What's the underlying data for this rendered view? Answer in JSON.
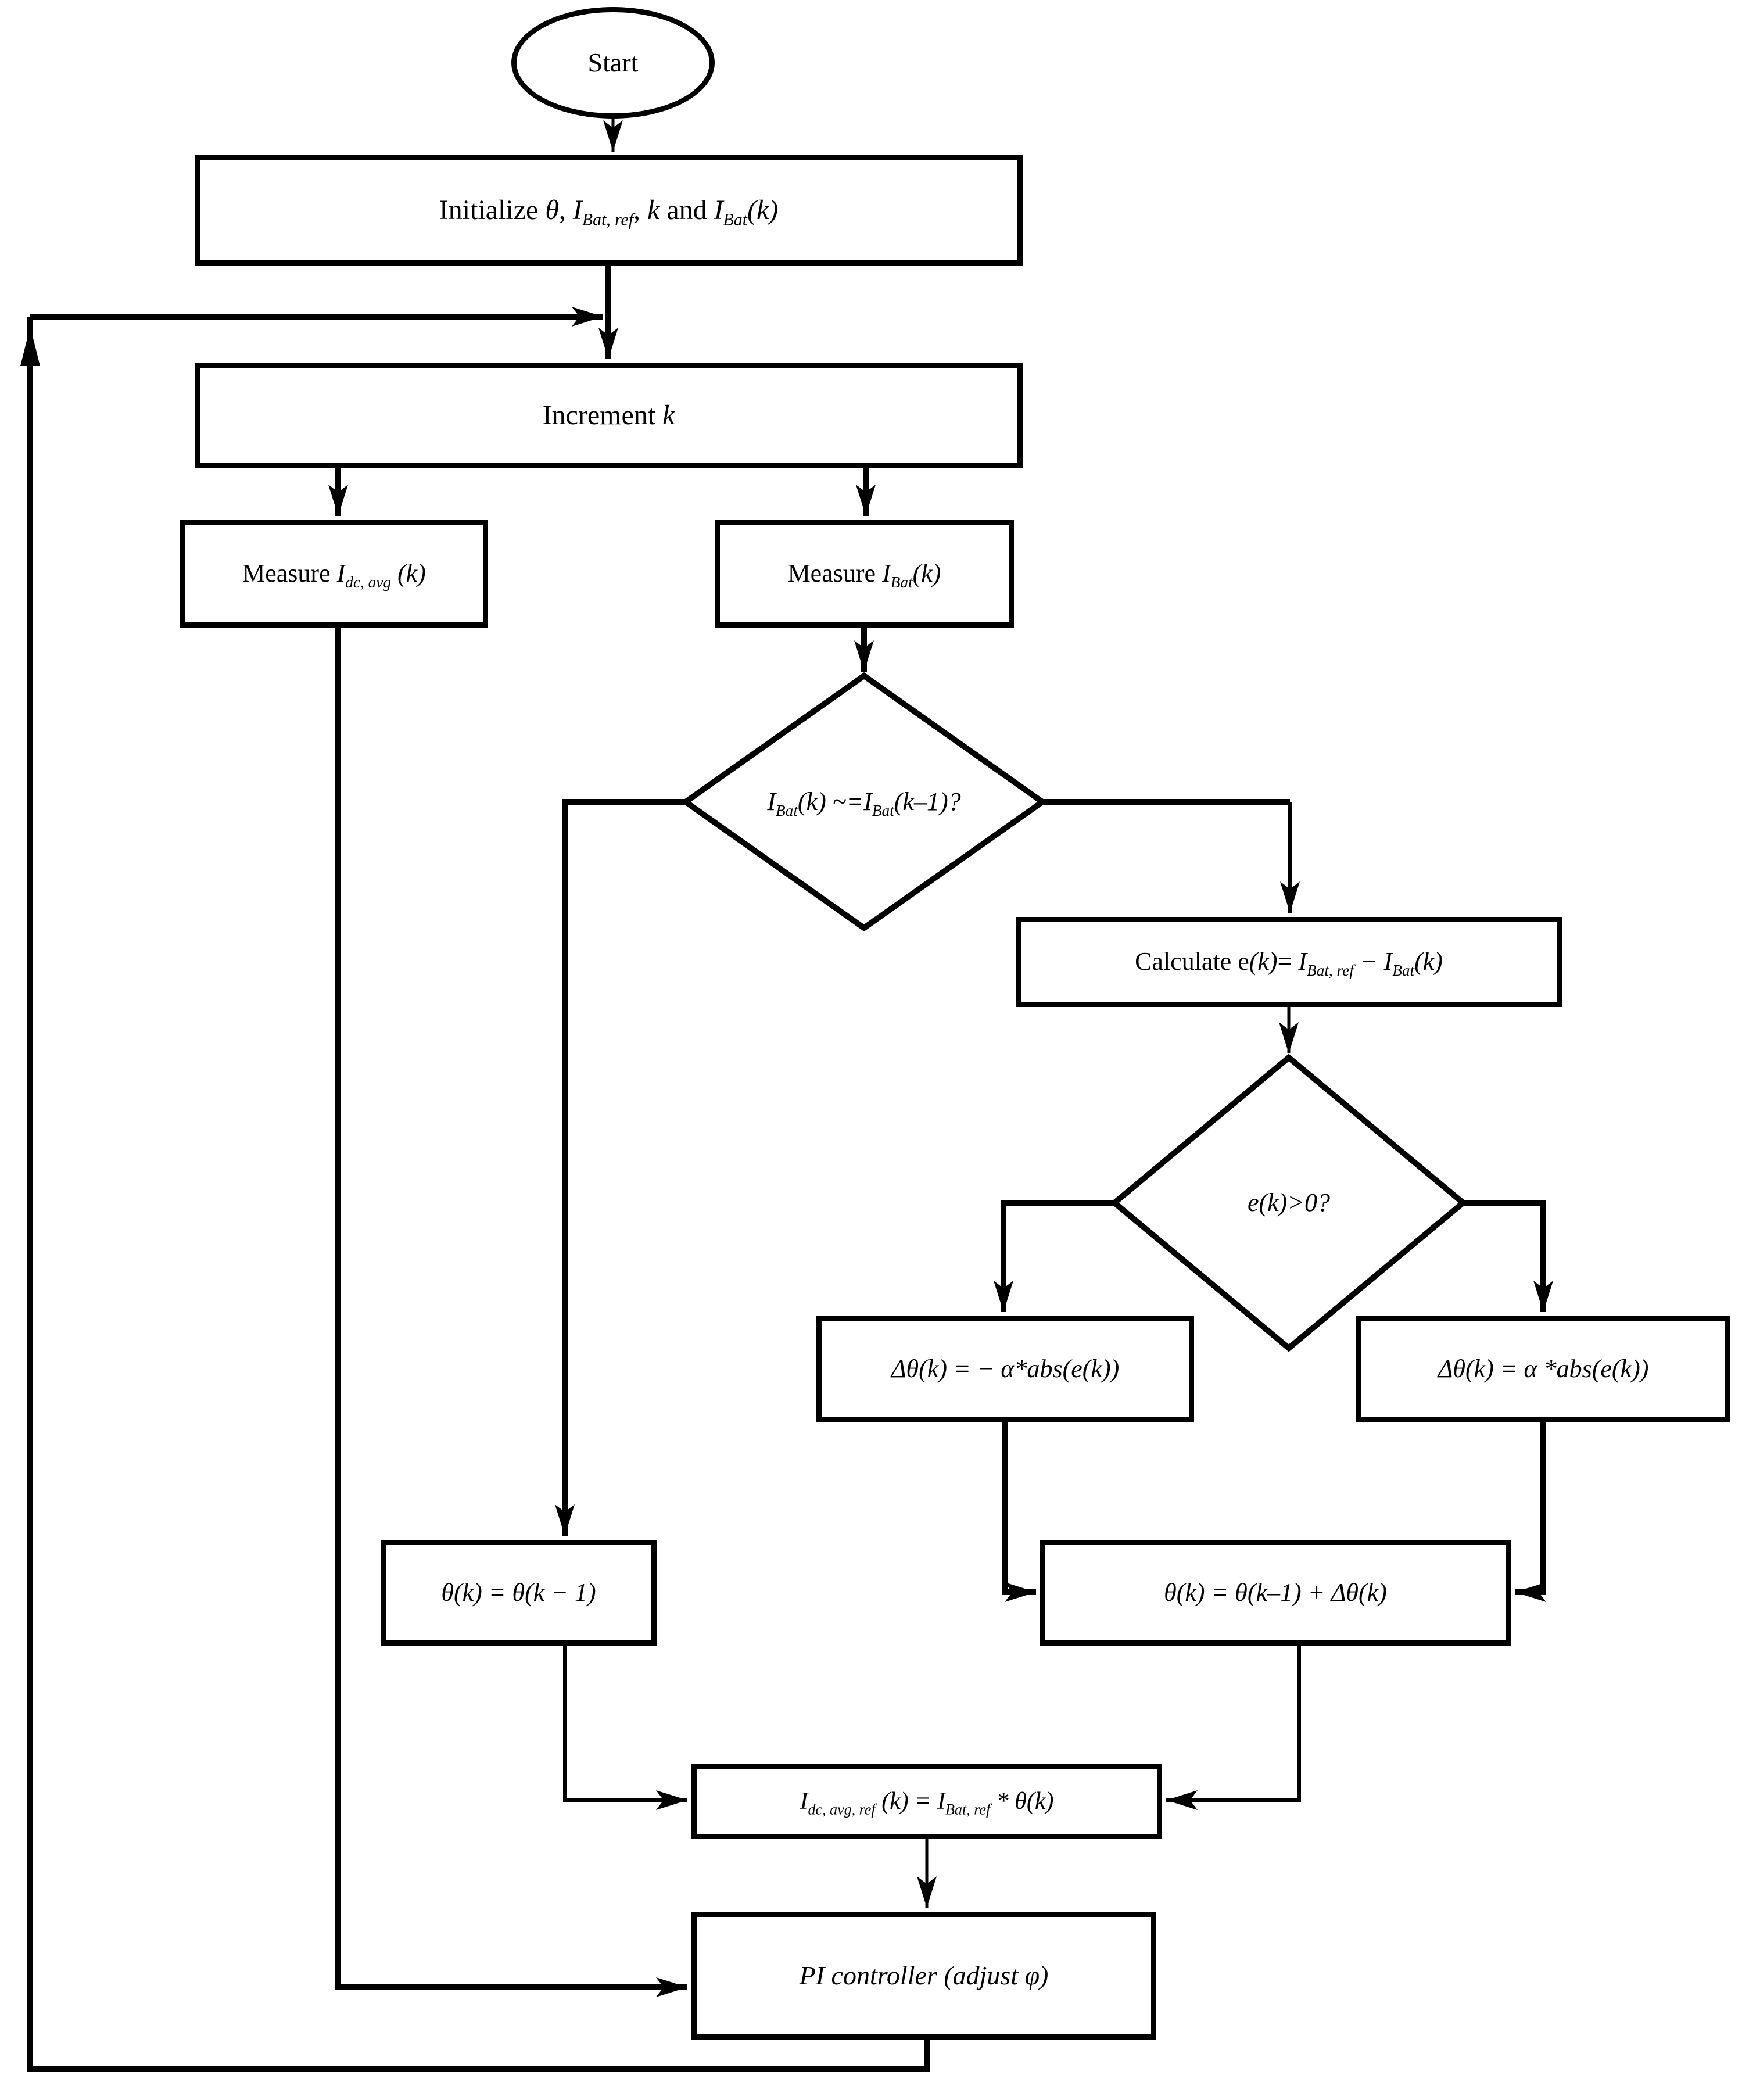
{
  "colors": {
    "ink": "#000000",
    "background": "#ffffff"
  },
  "nodes": {
    "start": {
      "type": "terminator",
      "segments": [
        {
          "t": "Start"
        }
      ]
    },
    "initialize": {
      "type": "process",
      "segments": [
        {
          "t": "Initialize "
        },
        {
          "t": "θ",
          "i": true
        },
        {
          "t": ", "
        },
        {
          "t": "I",
          "i": true
        },
        {
          "t": "Bat, ref",
          "i": true,
          "sub": true
        },
        {
          "t": ", "
        },
        {
          "t": "k",
          "i": true
        },
        {
          "t": " and "
        },
        {
          "t": "I",
          "i": true
        },
        {
          "t": "Bat",
          "i": true,
          "sub": true
        },
        {
          "t": "(k)",
          "i": true
        }
      ]
    },
    "increment": {
      "type": "process",
      "segments": [
        {
          "t": "Increment "
        },
        {
          "t": "k",
          "i": true
        }
      ]
    },
    "measure_idc_avg": {
      "type": "process",
      "segments": [
        {
          "t": "Measure "
        },
        {
          "t": "I",
          "i": true
        },
        {
          "t": "dc, avg",
          "i": true,
          "sub": true
        },
        {
          "t": " (k)",
          "i": true
        }
      ]
    },
    "measure_ibat": {
      "type": "process",
      "segments": [
        {
          "t": "Measure "
        },
        {
          "t": "I",
          "i": true
        },
        {
          "t": "Bat",
          "i": true,
          "sub": true
        },
        {
          "t": "(k)",
          "i": true
        }
      ]
    },
    "ibat_compare_decision": {
      "type": "decision",
      "segments": [
        {
          "t": "I",
          "i": true
        },
        {
          "t": "Bat",
          "i": true,
          "sub": true
        },
        {
          "t": "(k) ~=",
          "i": true
        },
        {
          "t": "I",
          "i": true
        },
        {
          "t": "Bat",
          "i": true,
          "sub": true
        },
        {
          "t": "(k–1)?",
          "i": true
        }
      ]
    },
    "calculate_error": {
      "type": "process",
      "segments": [
        {
          "t": "Calculate e"
        },
        {
          "t": "(k)",
          "i": true
        },
        {
          "t": "= "
        },
        {
          "t": "I",
          "i": true
        },
        {
          "t": "Bat, ref",
          "i": true,
          "sub": true
        },
        {
          "t": " − ",
          "i": true
        },
        {
          "t": "I",
          "i": true
        },
        {
          "t": "Bat",
          "i": true,
          "sub": true
        },
        {
          "t": "(k)",
          "i": true
        }
      ]
    },
    "error_sign_decision": {
      "type": "decision",
      "segments": [
        {
          "t": "e(k)>0?",
          "i": true
        }
      ]
    },
    "delta_theta_negative": {
      "type": "process",
      "segments": [
        {
          "t": "Δθ(k) = − α*abs(e(k))",
          "i": true
        }
      ]
    },
    "delta_theta_positive": {
      "type": "process",
      "segments": [
        {
          "t": "Δθ(k) = α *abs(e(k))",
          "i": true
        }
      ]
    },
    "theta_hold": {
      "type": "process",
      "segments": [
        {
          "t": "θ(k) = θ(k − 1)",
          "i": true
        }
      ]
    },
    "theta_update": {
      "type": "process",
      "segments": [
        {
          "t": "θ(k) = θ(k–1) + Δθ(k)",
          "i": true
        }
      ]
    },
    "idc_avg_ref": {
      "type": "process",
      "segments": [
        {
          "t": "I",
          "i": true
        },
        {
          "t": "dc, avg, ref",
          "i": true,
          "sub": true
        },
        {
          "t": " (k) = ",
          "i": true
        },
        {
          "t": "I",
          "i": true
        },
        {
          "t": "Bat, ref",
          "i": true,
          "sub": true
        },
        {
          "t": " * θ(k)",
          "i": true
        }
      ]
    },
    "pi_controller": {
      "type": "process",
      "segments": [
        {
          "t": "PI controller (adjust φ)",
          "i": true
        }
      ]
    }
  }
}
